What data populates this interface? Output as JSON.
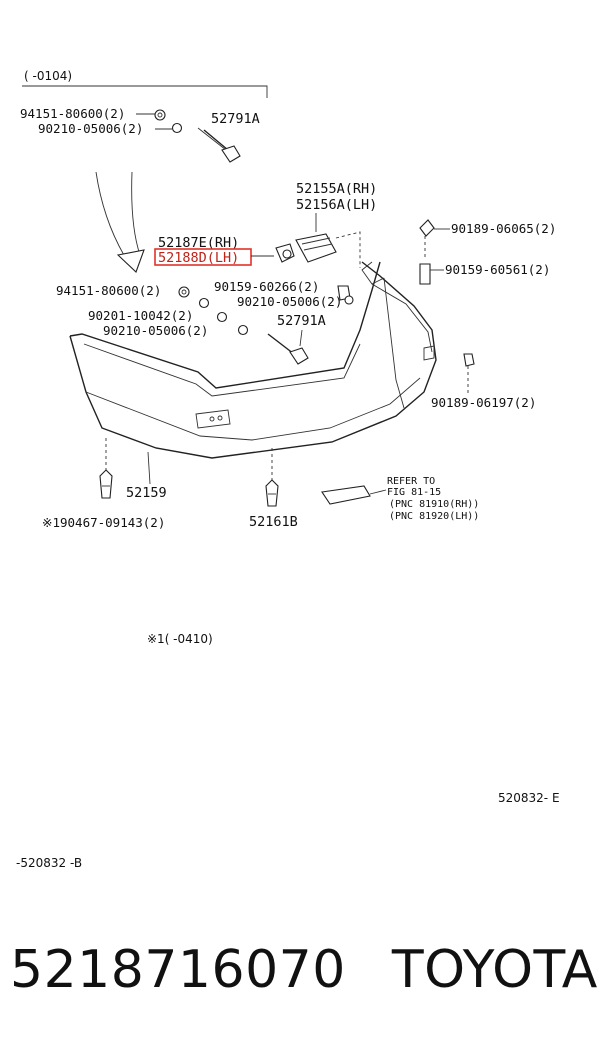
{
  "range_top": "(       -0104)",
  "part_labels": {
    "p94151_top": "94151-80600(2)",
    "p90210_top": "90210-05006(2)",
    "p52791A_top": "52791A",
    "p52155A": "52155A(RH)",
    "p52156A": "52156A(LH)",
    "p52187E": "52187E(RH)",
    "p52188D": "52188D(LH)",
    "p90189_06065": "90189-06065(2)",
    "p90159_60561": "90159-60561(2)",
    "p94151_mid": "94151-80600(2)",
    "p90159_60266": "90159-60266(2)",
    "p90210_mid_r": "90210-05006(2)",
    "p90201": "90201-10042(2)",
    "p90210_mid_l": "90210-05006(2)",
    "p52791A_mid": "52791A",
    "p90189_06197": "90189-06197(2)",
    "p52159": "52159",
    "p52161B": "52161B",
    "p190467": "※190467-09143(2)",
    "refer1": "REFER TO",
    "refer2": "FIG  81-15",
    "refer3": "(PNC  81910(RH))",
    "refer4": "(PNC  81920(LH))"
  },
  "note_range": "※1(       -0410)",
  "code_right": "520832- E",
  "code_left": "-520832 -B",
  "footer": {
    "part_number": "5218716070",
    "brand": "TOYOTA"
  },
  "highlight_color": "#e0332a"
}
